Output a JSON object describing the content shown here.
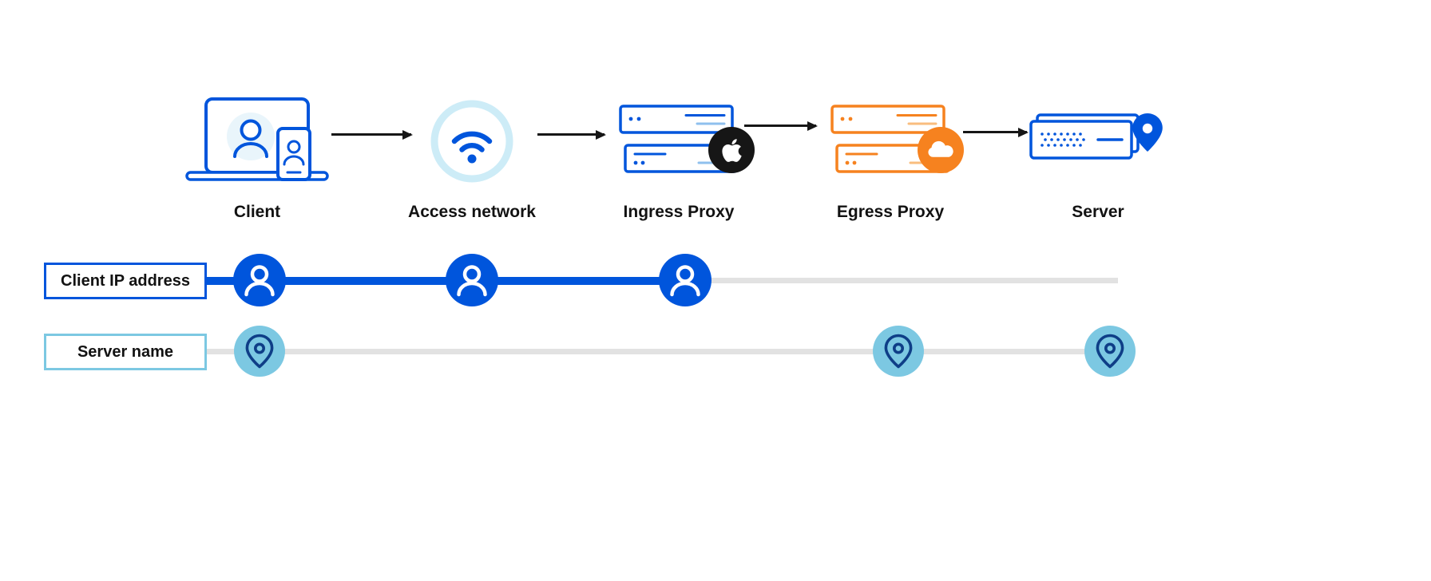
{
  "colors": {
    "blue": "#0055dc",
    "teal": "#7cc8e2",
    "pale_teal": "#cdecf7",
    "orange": "#f6821f",
    "navy": "#0e3e87",
    "gray_line": "#e2e2e2",
    "black": "#161616",
    "text": "#121212"
  },
  "flow": {
    "nodes": [
      {
        "id": "client",
        "label": "Client",
        "icon": "laptop-with-user-and-phone-icon"
      },
      {
        "id": "access-network",
        "label": "Access network",
        "icon": "wifi-icon"
      },
      {
        "id": "ingress-proxy",
        "label": "Ingress Proxy",
        "icon": "server-stack-icon",
        "badge": "apple-logo-icon"
      },
      {
        "id": "egress-proxy",
        "label": "Egress Proxy",
        "icon": "server-stack-icon",
        "badge": "cloudflare-cloud-icon"
      },
      {
        "id": "server",
        "label": "Server",
        "icon": "server-with-location-pin-icon"
      }
    ]
  },
  "tracks": [
    {
      "id": "client-ip",
      "label": "Client IP address",
      "marker": "person-icon",
      "marker_color": "blue",
      "visible_at": [
        "Client",
        "Access network",
        "Ingress Proxy"
      ],
      "hidden_after": "Ingress Proxy"
    },
    {
      "id": "server-name",
      "label": "Server name",
      "marker": "location-pin-icon",
      "marker_color": "teal",
      "visible_at": [
        "Client",
        "Egress Proxy",
        "Server"
      ]
    }
  ]
}
